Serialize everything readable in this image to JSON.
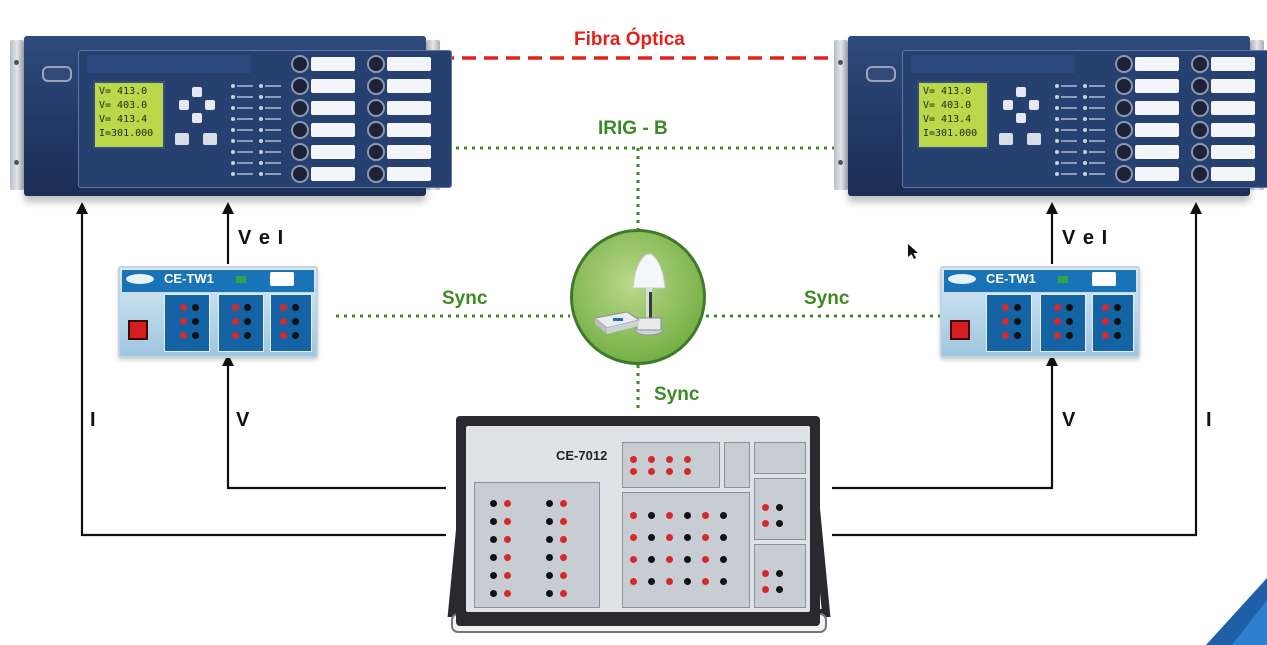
{
  "labels": {
    "fibra": "Fibra Óptica",
    "irig": "IRIG - B",
    "sync_left": "Sync",
    "sync_right": "Sync",
    "sync_bottom": "Sync",
    "vei_left": "V e I",
    "vei_right": "V e I",
    "v_left": "V",
    "v_right": "V",
    "i_left": "I",
    "i_right": "I"
  },
  "devices": {
    "relay_left": {
      "lcd": [
        "V= 413.0",
        "V= 403.0",
        "V= 413.4",
        "I=301.000"
      ]
    },
    "relay_right": {
      "lcd": [
        "V= 413.0",
        "V= 403.0",
        "V= 413.4",
        "I=301.000"
      ]
    },
    "test_left": {
      "title": "CE-TW1"
    },
    "test_right": {
      "title": "CE-TW1"
    },
    "main": {
      "title": "CE-7012"
    }
  },
  "colors": {
    "fiber": "#e0231c",
    "sync": "#3c8a24",
    "wire": "#111111",
    "panel": "#213864",
    "accent": "#1a73b6"
  }
}
